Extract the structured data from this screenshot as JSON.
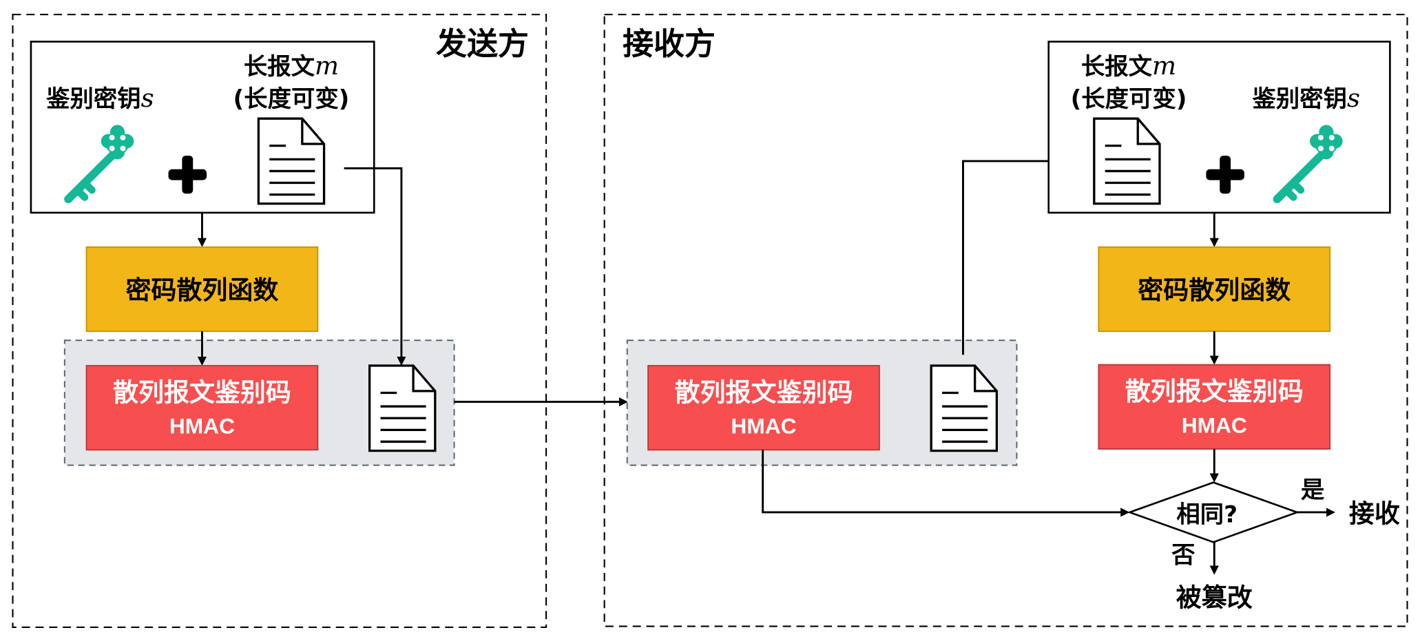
{
  "sender": {
    "title": "发送方",
    "key_label": "鉴别密钥",
    "key_var": "s",
    "message_label": "长报文",
    "message_var": "m",
    "message_note": "(长度可变)",
    "hash_function": "密码散列函数",
    "hmac_label": "散列报文鉴别码",
    "hmac_abbr": "HMAC"
  },
  "receiver": {
    "title": "接收方",
    "key_label": "鉴别密钥",
    "key_var": "s",
    "message_label": "长报文",
    "message_var": "m",
    "message_note": "(长度可变)",
    "hash_function": "密码散列函数",
    "received_hmac_label": "散列报文鉴别码",
    "received_hmac_abbr": "HMAC",
    "computed_hmac_label": "散列报文鉴别码",
    "computed_hmac_abbr": "HMAC",
    "decision": "相同?",
    "yes_label": "是",
    "no_label": "否",
    "accept_label": "接收",
    "tampered_label": "被篡改"
  },
  "colors": {
    "key": "#14b896",
    "hash_box": "#f2b619",
    "hash_box_border": "#c99500",
    "hmac_box": "#f74e4f",
    "hmac_box_border": "#c0393a",
    "group_bg": "#e5e6ea",
    "group_border": "#5a6472"
  }
}
